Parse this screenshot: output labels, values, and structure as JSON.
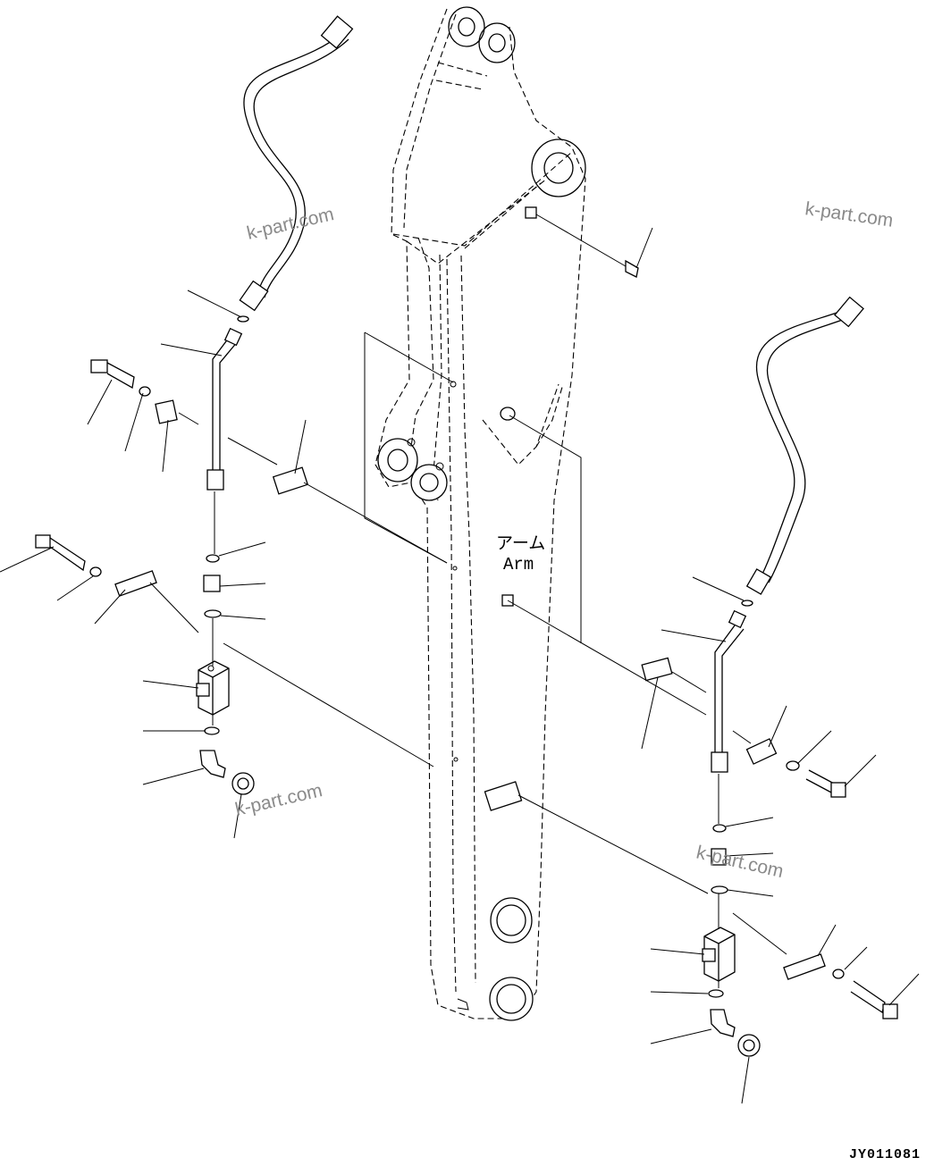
{
  "diagram": {
    "arm_label_jp": "アーム",
    "arm_label_en": "Arm",
    "watermarks": [
      "k-part.com",
      "k-part.com",
      "k-part.com",
      "k-part.com"
    ],
    "drawing_code": "JY011081"
  }
}
